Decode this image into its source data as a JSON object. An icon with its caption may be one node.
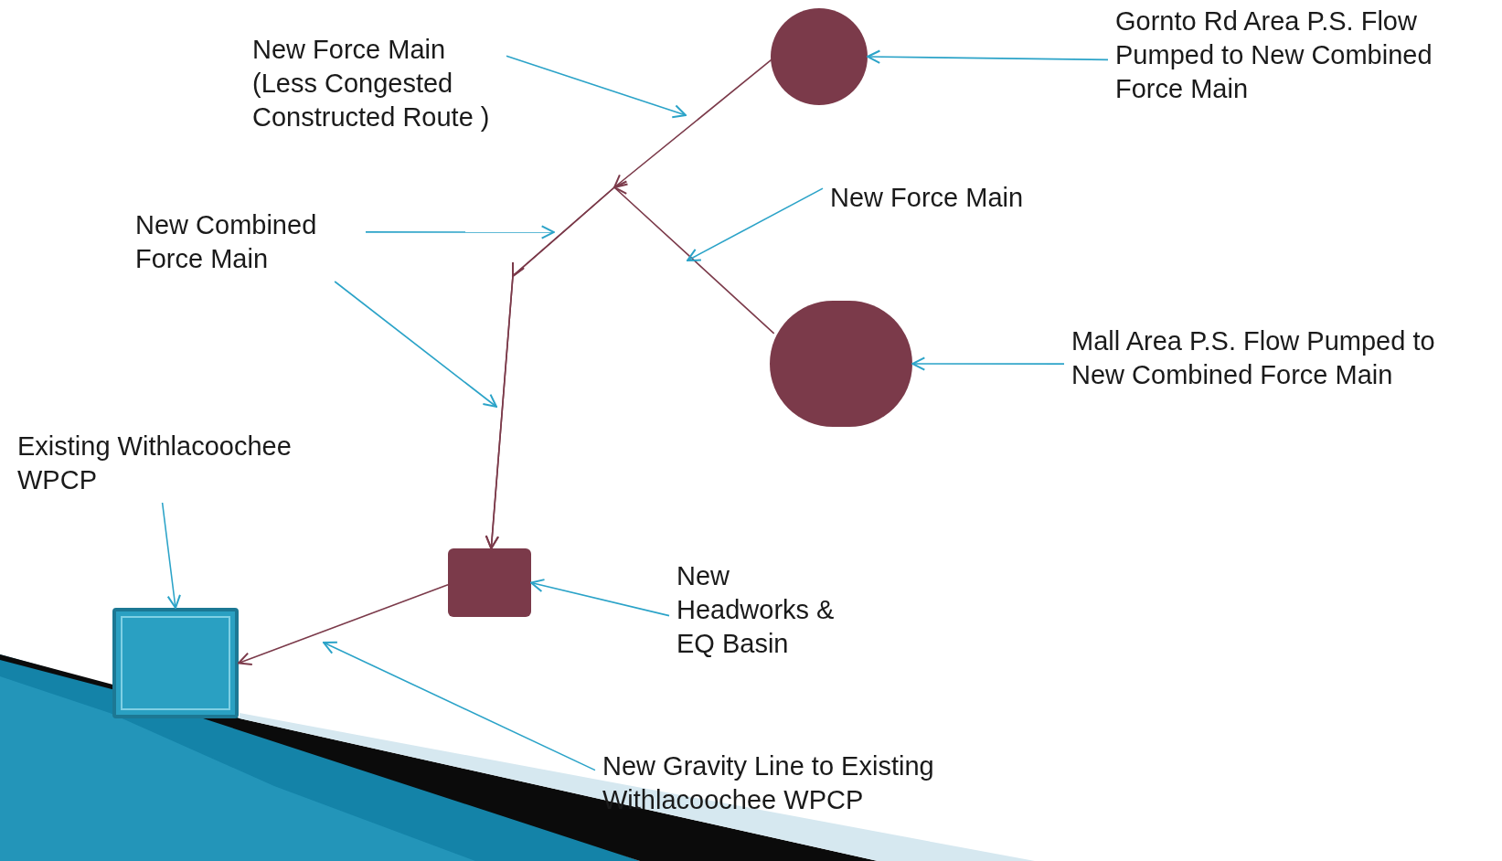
{
  "diagram": {
    "nodes": [
      {
        "text": [
          "New Force Main (Less Congested Constructed Route )"
        ]
      },
      {
        "text": [],
        "shape": "circle"
      },
      {
        "text": [
          "Gornto Rd Area P.S. Flow Pumped to New Combined Force Main"
        ]
      },
      {
        "text": [
          "New Combined Force Main"
        ]
      },
      {
        "text": [
          "New Force Main"
        ]
      },
      {
        "text": [],
        "shape": "circle"
      },
      {
        "text": [
          "Mall Area P.S. Flow Pumped to New Combined Force Main"
        ]
      },
      {
        "text": [
          "Existing Withlacoochee WPCP"
        ]
      },
      {
        "text": [],
        "shape": "box"
      },
      {
        "text": [
          "New Headworks & EQ Basin"
        ]
      },
      {
        "text": [],
        "shape": "box"
      },
      {
        "text": [
          "New Gravity Line to Existing Withlacoochee WPCP"
        ]
      }
    ],
    "edges": [
      {
        "from": 1,
        "to": 8,
        "arrow": "to",
        "color": "#7b3a4a"
      },
      {
        "from": 5,
        "to": 8,
        "arrow": "to",
        "color": "#7b3a4a"
      },
      {
        "from": 8,
        "to": 10,
        "arrow": "to",
        "color": "#7b3a4a"
      },
      {
        "from": 0,
        "to": null,
        "arrow": "to"
      },
      {
        "from": 2,
        "to": 1,
        "arrow": "to"
      },
      {
        "from": 3,
        "to": null,
        "arrow": "to"
      },
      {
        "from": 3,
        "to": null,
        "arrow": "to"
      },
      {
        "from": 4,
        "to": null,
        "arrow": "to"
      },
      {
        "from": 6,
        "to": 5,
        "arrow": "to"
      },
      {
        "from": 7,
        "to": 10,
        "arrow": "to"
      },
      {
        "from": 9,
        "to": 8,
        "arrow": "to"
      },
      {
        "from": 11,
        "to": null,
        "arrow": "to"
      }
    ]
  }
}
